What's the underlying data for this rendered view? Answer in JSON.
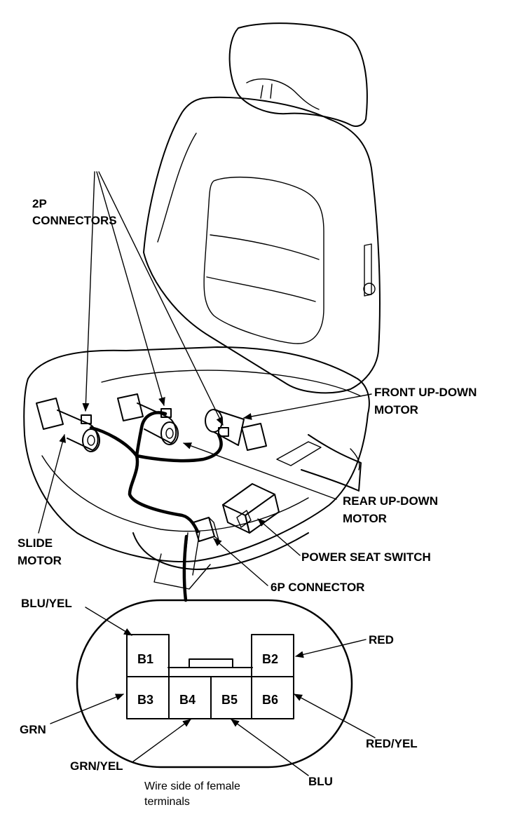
{
  "labels": {
    "connectors_2p_line1": "2P",
    "connectors_2p_line2": "CONNECTORS",
    "front_motor_line1": "FRONT UP-DOWN",
    "front_motor_line2": "MOTOR",
    "rear_motor_line1": "REAR UP-DOWN",
    "rear_motor_line2": "MOTOR",
    "slide_motor_line1": "SLIDE",
    "slide_motor_line2": "MOTOR",
    "power_seat_switch": "POWER SEAT SWITCH",
    "connector_6p": "6P CONNECTOR"
  },
  "connector": {
    "pins": [
      "B1",
      "B2",
      "B3",
      "B4",
      "B5",
      "B6"
    ],
    "wires": {
      "b1": "BLU/YEL",
      "b2": "RED",
      "b3": "GRN",
      "b4": "GRN/YEL",
      "b5": "BLU",
      "b6": "RED/YEL"
    },
    "caption_line1": "Wire side of female",
    "caption_line2": "terminals"
  }
}
